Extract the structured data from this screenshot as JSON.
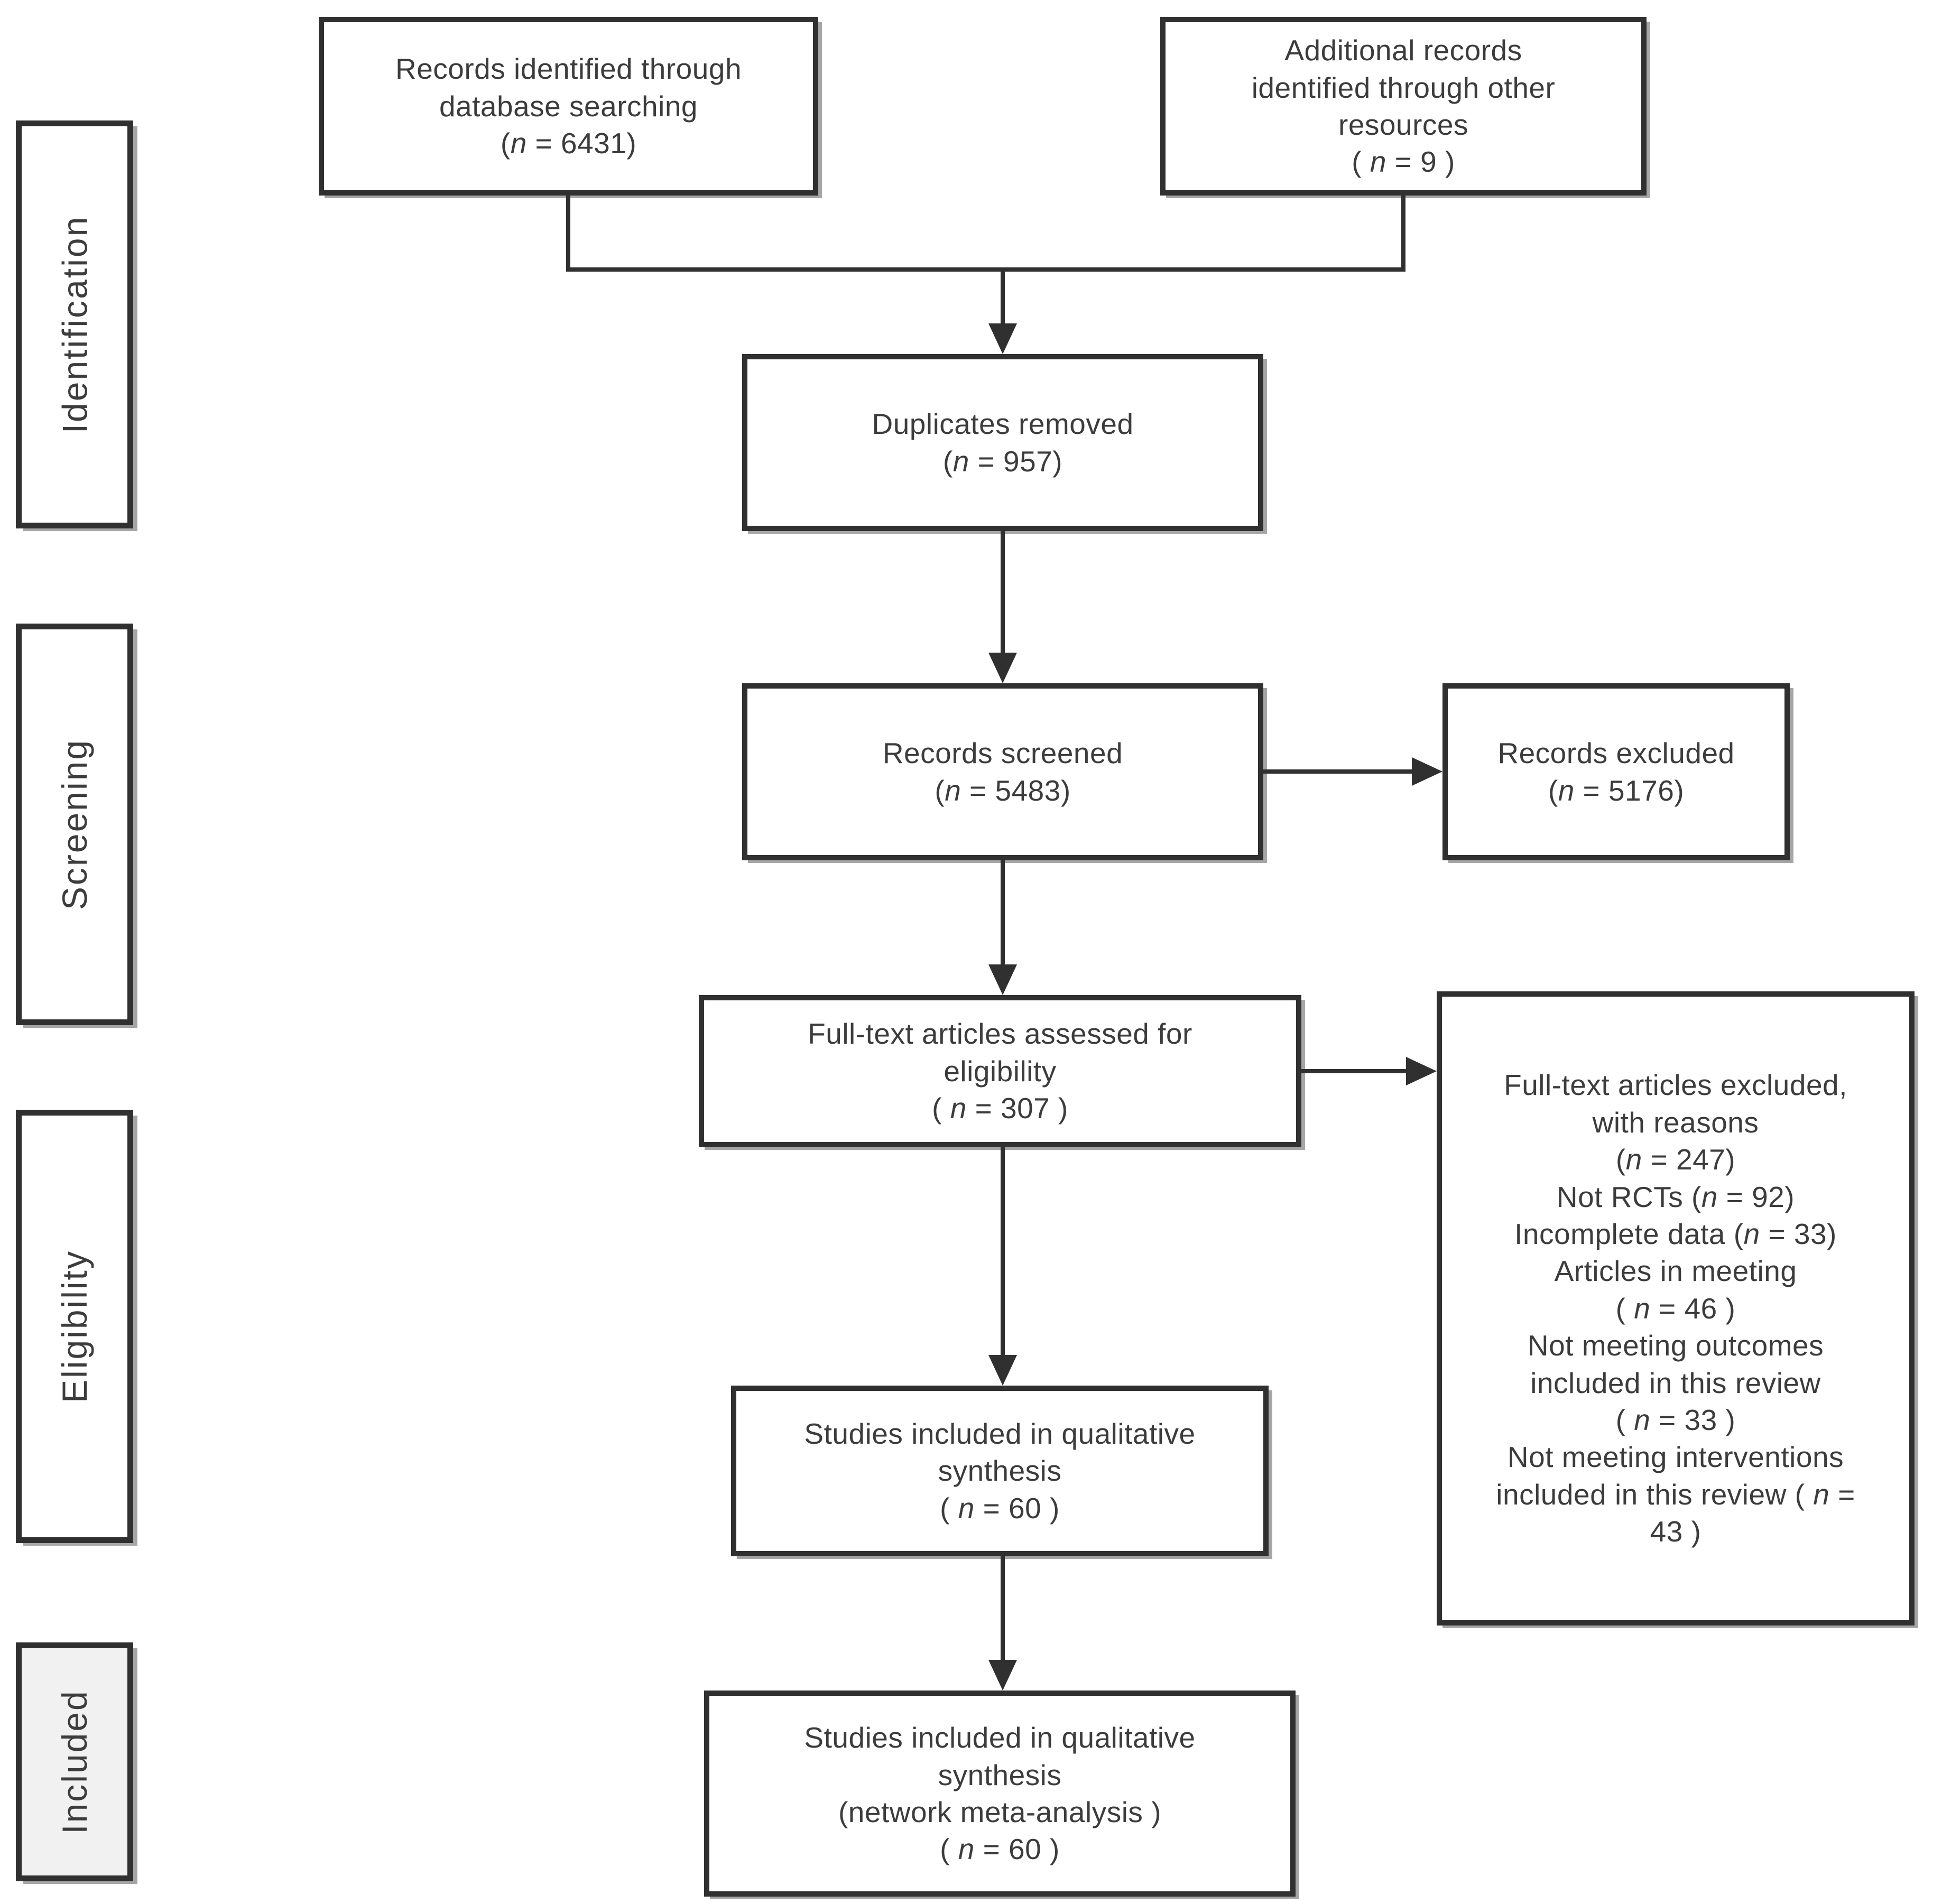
{
  "sidebar": {
    "items": [
      {
        "id": "identification",
        "label": "Identification"
      },
      {
        "id": "screening",
        "label": "Screening"
      },
      {
        "id": "eligibility",
        "label": "Eligibility"
      },
      {
        "id": "included",
        "label": "Included"
      }
    ]
  },
  "flow": {
    "records_identified": {
      "n": 6431,
      "lines": [
        "Records identified through",
        "database searching",
        "(n = 6431)"
      ]
    },
    "additional_records": {
      "n": 9,
      "lines": [
        "Additional records",
        "identified through other",
        "resources",
        "( n = 9 )"
      ]
    },
    "duplicates_removed": {
      "n": 957,
      "lines": [
        "Duplicates removed",
        "(n = 957)"
      ]
    },
    "records_screened": {
      "n": 5483,
      "lines": [
        "Records screened",
        "(n = 5483)"
      ]
    },
    "records_excluded": {
      "n": 5176,
      "lines": [
        "Records excluded",
        "(n = 5176)"
      ]
    },
    "fulltext_assessed": {
      "n": 307,
      "lines": [
        "Full-text articles assessed for",
        "eligibility",
        "( n = 307 )"
      ]
    },
    "fulltext_excluded": {
      "n": 247,
      "reasons": [
        {
          "reason": "Not RCTs",
          "n": 92
        },
        {
          "reason": "Incomplete data",
          "n": 33
        },
        {
          "reason": "Articles in meeting",
          "n": 46
        },
        {
          "reason": "Not meeting outcomes included in this review",
          "n": 33
        },
        {
          "reason": "Not meeting interventions included in this review",
          "n": 43
        }
      ],
      "lines": [
        "Full-text articles excluded,",
        "with reasons",
        "(n = 247)",
        "Not RCTs (n = 92)",
        "Incomplete data (n = 33)",
        "Articles in meeting",
        "( n = 46 )",
        "Not meeting outcomes",
        "included in this review",
        "( n = 33 )",
        "Not meeting interventions",
        "included in this review  ( n =",
        "43 )"
      ]
    },
    "qualitative_synthesis": {
      "n": 60,
      "lines": [
        "Studies included in qualitative",
        "synthesis",
        "( n = 60 )"
      ]
    },
    "network_meta_analysis": {
      "n": 60,
      "lines": [
        "Studies included in qualitative",
        "synthesis",
        "(network meta-analysis )",
        "( n = 60 )"
      ]
    }
  },
  "colors": {
    "line": "#303030",
    "text": "#3c3c3c",
    "shadow": "#a6a6a6",
    "box_bg": "#ffffff",
    "included_fill": "#f1f1f1"
  }
}
